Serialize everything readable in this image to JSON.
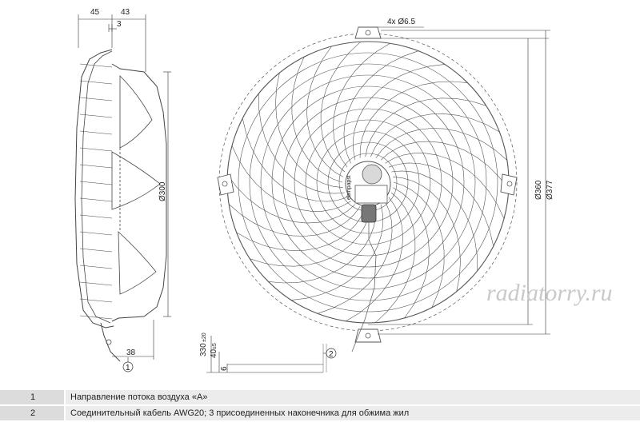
{
  "dimensions": {
    "side_top_left": "45",
    "side_top_right": "43",
    "side_gap": "3",
    "side_bottom": "38",
    "diameter_side": "Ø300",
    "holes": "4x Ø6.5",
    "diameter_inner": "Ø360",
    "diameter_outer": "Ø377",
    "cable_330": "330",
    "cable_330_tol": "±20",
    "cable_40": "40",
    "cable_40_tol": "±5",
    "cable_6": "6"
  },
  "callouts": {
    "one": "1",
    "two": "2"
  },
  "brand_mark": "ebmpapst",
  "watermark": "radiatorry.ru",
  "legend": [
    {
      "num": "1",
      "text": "Направление потока воздуха «A»"
    },
    {
      "num": "2",
      "text": "Соединительный кабель AWG20; 3 присоединенных наконечника для обжима жил"
    }
  ]
}
